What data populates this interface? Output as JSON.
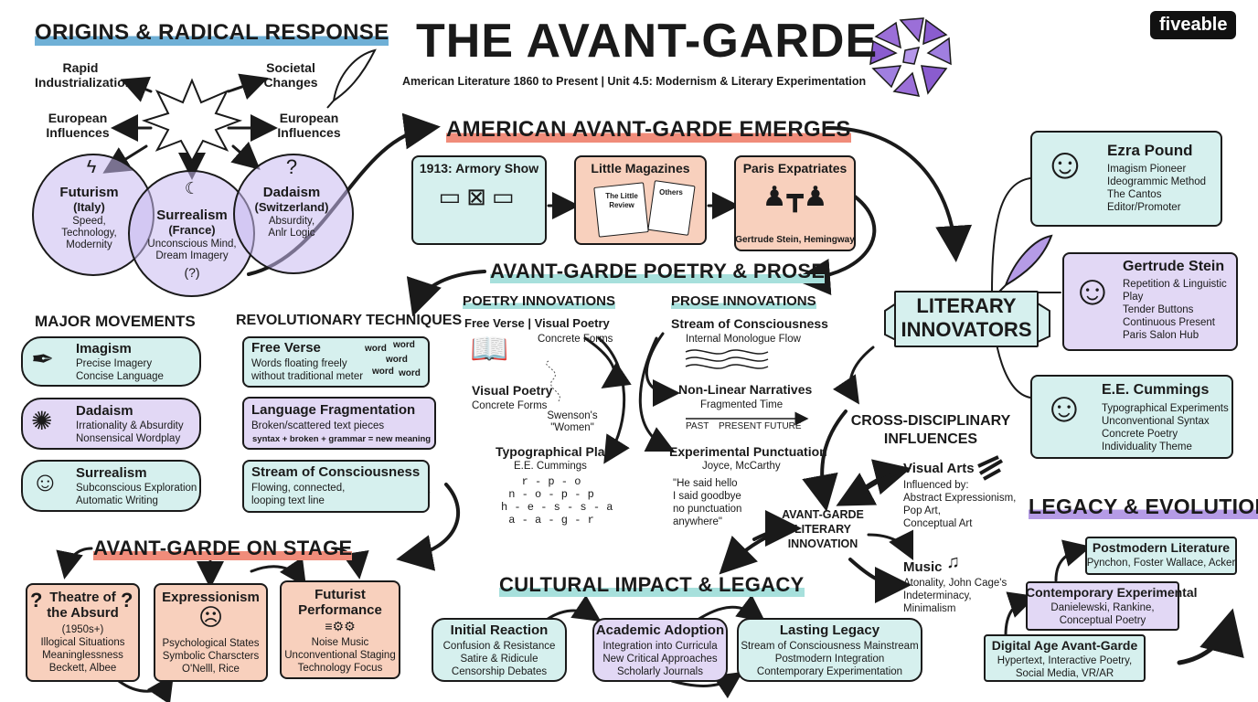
{
  "title": "THE AVANT-GARDE",
  "subtitle": "American Literature 1860 to Present | Unit 4.5: Modernism & Literary Experimentation",
  "brand": "fiveable",
  "colors": {
    "teal": "#d6f0ee",
    "purple": "#e2d8f5",
    "salmon": "#f8d0bd",
    "ink": "#1a1a1a"
  },
  "origins": {
    "header": "ORIGINS & RADICAL RESPONSE",
    "causes": [
      "Rapid Industrialization",
      "Societal Changes",
      "European Influences",
      "European Influences"
    ],
    "futurism": {
      "name": "Futurism",
      "place": "(Italy)",
      "desc": [
        "Speed,",
        "Technology,",
        "Modernity"
      ]
    },
    "surrealism": {
      "name": "Surrealism",
      "place": "(France)",
      "desc": [
        "Unconscious Mind,",
        "Dream Imagery"
      ]
    },
    "dadaism": {
      "name": "Dadaism",
      "place": "(Switzerland)",
      "desc": [
        "Absurdity,",
        "Anlr Logic"
      ]
    }
  },
  "emerges": {
    "header": "AMERICAN AVANT-GARDE EMERGES",
    "armory": "1913: Armory Show",
    "magazines": "Little Magazines",
    "mag_labels": [
      "The Little Review",
      "Others"
    ],
    "paris": "Paris Expatriates",
    "paris_caption": "Gertrude Stein, Hemingway"
  },
  "innovators": {
    "header": "LITERARY INNOVATORS",
    "pound": {
      "name": "Ezra Pound",
      "lines": [
        "Imagism Pioneer",
        "Ideogrammic Method",
        "The Cantos",
        "Editor/Promoter"
      ]
    },
    "stein": {
      "name": "Gertrude Stein",
      "lines": [
        "Repetition & Linguistic",
        "Play",
        "Tender Buttons",
        "Continuous Present",
        "Paris Salon Hub"
      ]
    },
    "cummings": {
      "name": "E.E. Cummings",
      "lines": [
        "Typographical Experiments",
        "Unconventional Syntax",
        "Concrete Poetry",
        "Individuality Theme"
      ]
    }
  },
  "movements": {
    "header": "MAJOR MOVEMENTS",
    "imagism": {
      "name": "Imagism",
      "lines": [
        "Precise Imagery",
        "Concise Language"
      ]
    },
    "dadaism": {
      "name": "Dadaism",
      "lines": [
        "Irrationality & Absurdity",
        "Nonsensical Wordplay"
      ]
    },
    "surrealism": {
      "name": "Surrealism",
      "lines": [
        "Subconscious Exploration",
        "Automatic Writing"
      ]
    }
  },
  "techniques": {
    "header": "REVOLUTIONARY TECHNIQUES",
    "free_verse": {
      "name": "Free Verse",
      "lines": [
        "Words floating freely",
        "without traditional meter"
      ],
      "words": [
        "word",
        "word",
        "word",
        "word",
        "word"
      ]
    },
    "fragmentation": {
      "name": "Language Fragmentation",
      "lines": [
        "Broken/scattered text pieces"
      ],
      "formula": "syntax + broken + grammar = new meaning"
    },
    "stream": {
      "name": "Stream of Consciousness",
      "lines": [
        "Flowing, connected,",
        "looping text line"
      ]
    }
  },
  "poetry_prose": {
    "header": "AVANT-GARDE POETRY & PROSE",
    "poetry_header": "POETRY INNOVATIONS",
    "prose_header": "PROSE INNOVATIONS",
    "free_verse": "Free Verse | Visual Poetry",
    "free_verse_sub": "Concrete Forms",
    "visual": "Visual Poetry",
    "visual_sub": "Concrete Forms",
    "swenson": [
      "Swenson's",
      "\"Women\""
    ],
    "typo": "Typographical Play",
    "typo_sub": "E.E. Cummings",
    "typo_lines": [
      "r - p - o",
      "n - o - p - p",
      "h - e - s - s - a",
      "a - a - g - r"
    ],
    "stream": "Stream of Consciousness",
    "stream_sub": "Internal Monologue Flow",
    "nonlinear": "Non-Linear Narratives",
    "nonlinear_sub": "Fragmented Time",
    "timeline": [
      "PAST",
      "PRESENT",
      "FUTURE"
    ],
    "punct": "Experimental Punctuation",
    "punct_sub": "Joyce, McCarthy",
    "quote": [
      "\"He said hello",
      "I said goodbye",
      "no punctuation",
      "anywhere\""
    ]
  },
  "stage": {
    "header": "AVANT-GARDE ON STAGE",
    "absurd": {
      "name": [
        "Theatre of",
        "the Absurd"
      ],
      "lines": [
        "(1950s+)",
        "Illogical Situations",
        "Meaninglessness",
        "Beckett, Albee"
      ]
    },
    "expr": {
      "name": "Expressionism",
      "lines": [
        "Psychological States",
        "Symbolic Charscters",
        "O'Nelll, Rice"
      ]
    },
    "futurist": {
      "name": [
        "Futurist",
        "Performance"
      ],
      "lines": [
        "Noise Music",
        "Unconventional Staging",
        "Technology Focus"
      ]
    }
  },
  "cultural": {
    "header": "CULTURAL IMPACT & LEGACY",
    "initial": {
      "name": "Initial Reaction",
      "lines": [
        "Confusion & Resistance",
        "Satire & Ridicule",
        "Censorship Debates"
      ]
    },
    "academic": {
      "name": "Academic Adoption",
      "lines": [
        "Integration into Curricula",
        "New Critical Approaches",
        "Scholarly Journals"
      ]
    },
    "lasting": {
      "name": "Lasting Legacy",
      "lines": [
        "Stream of Consciousness Mainstream",
        "Postmodern Integration",
        "Contemporary Experimentation"
      ]
    }
  },
  "cross": {
    "header": [
      "CROSS-DISCIPLINARY",
      "INFLUENCES"
    ],
    "center": [
      "AVANT-GARDE",
      "LITERARY",
      "INNOVATION"
    ],
    "visual_arts": {
      "name": "Visual Arts",
      "lines": [
        "Influenced by:",
        "Abstract Expressionism,",
        "Pop Art,",
        "Conceptual Art"
      ]
    },
    "music": {
      "name": "Music",
      "lines": [
        "Atonality, John Cage's",
        "Indeterminacy,",
        "Minimalism"
      ]
    }
  },
  "legacy": {
    "header": "LEGACY & EVOLUTION",
    "postmodern": {
      "name": "Postmodern Literature",
      "lines": [
        "Pynchon, Foster Wallace, Acker"
      ]
    },
    "contemporary": {
      "name": "Contemporary Experimental",
      "lines": [
        "Danielewski, Rankine,",
        "Conceptual Poetry"
      ]
    },
    "digital": {
      "name": "Digital Age Avant-Garde",
      "lines": [
        "Hypertext, Interactive Poetry,",
        "Social Media, VR/AR"
      ]
    }
  }
}
